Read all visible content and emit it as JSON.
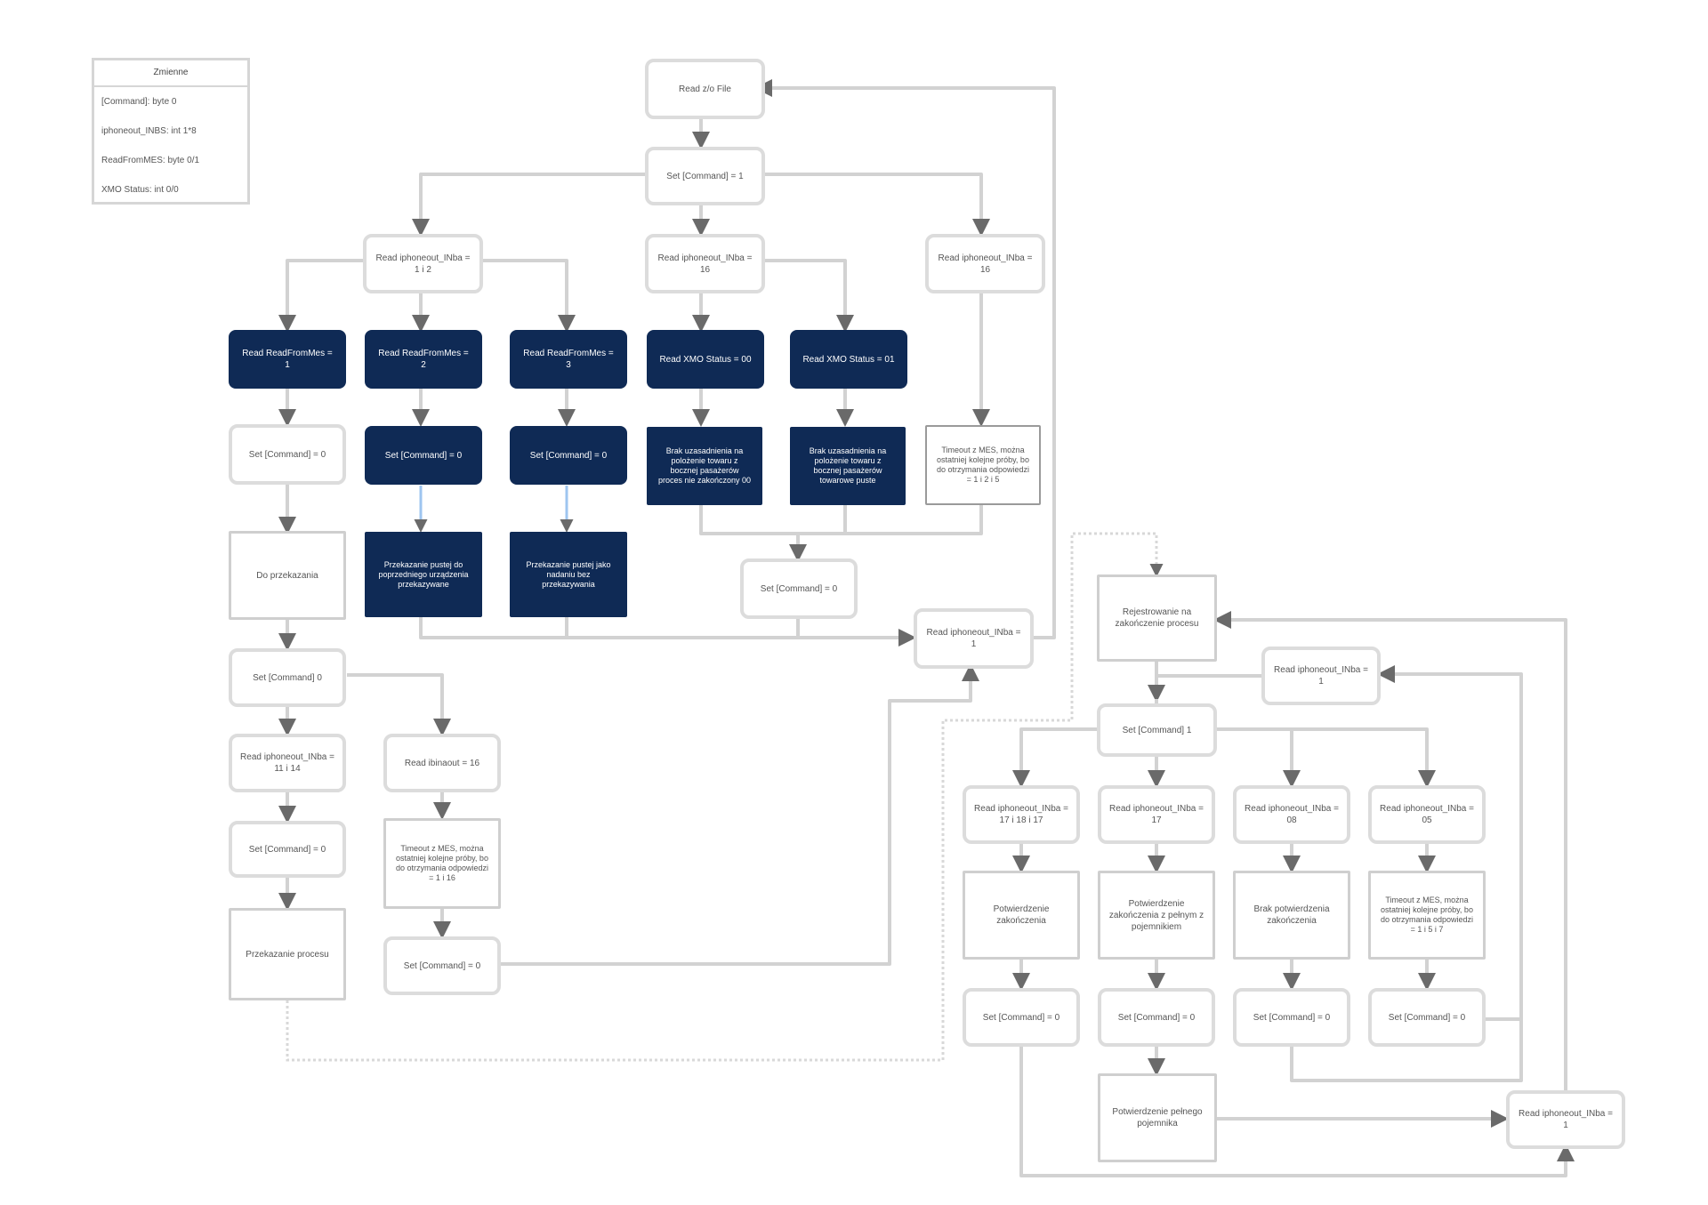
{
  "legend": {
    "title": "Zmienne",
    "rows": [
      "[Command]: byte 0",
      "iphoneout_INBS: int 1*8",
      "ReadFromMES: byte 0/1",
      "XMO Status: int 0/0"
    ]
  },
  "nodes": {
    "n_start": "Read z/o File",
    "n_set1": "Set [Command] = 1",
    "n_rA": "Read iphoneout_INba = 1 i 2",
    "n_rB": "Read iphoneout_INba = 16",
    "n_rC": "Read iphoneout_INba = 16",
    "d1": "Read ReadFromMes = 1",
    "d2": "Read ReadFromMes = 2",
    "d3": "Read ReadFromMes = 3",
    "d4": "Read XMO Status = 00",
    "d5": "Read XMO Status = 01",
    "n_set0a": "Set [Command] = 0",
    "d_set0b": "Set [Command] = 0",
    "d_set0c": "Set [Command] = 0",
    "d_info1": "Brak uzasadnienia na polożenie towaru z bocznej pasażerów proces nie zakończony 00",
    "d_info2": "Brak uzasadnienia na polożenie towaru z bocznej pasażerów towarowe puste",
    "n_timeout1": "Timeout z MES, można ostatniej kolejne próby, bo do otrzymania odpowiedzi = 1 i 2 i 5",
    "n_noproc": "Do przekazania",
    "d_move1": "Przekazanie pustej do poprzedniego urządzenia przekazywane",
    "d_move2": "Przekazanie pustej jako nadaniu bez przekazywania",
    "n_set0d": "Set [Command] = 0",
    "n_read1": "Read iphoneout_INba = 1",
    "n_set0e": "Set [Command] 0",
    "n_rD": "Read iphoneout_INba = 11 i 14",
    "n_rE": "Read ibinaout = 16",
    "n_set0f": "Set [Command] = 0",
    "n_timeout2": "Timeout z MES, można ostatniej kolejne próby, bo do otrzymania odpowiedzi = 1 i 16",
    "n_proc": "Przekazanie procesu",
    "n_set0g": "Set [Command] = 0",
    "n_register": "Rejestrowanie na zakończenie procesu",
    "n_read2": "Read iphoneout_INba = 1",
    "n_set1b": "Set [Command] 1",
    "n_rF": "Read iphoneout_INba = 17 i 18 i 17",
    "n_rG": "Read iphoneout_INba = 17",
    "n_rH": "Read iphoneout_INba = 08",
    "n_rI": "Read iphoneout_INba = 05",
    "n_p1": "Potwierdzenie zakończenia",
    "n_p2": "Potwierdzenie zakończenia z pełnym z pojemnikiem",
    "n_p3": "Brak potwierdzenia zakończenia",
    "n_timeout3": "Timeout z MES, można ostatniej kolejne próby, bo do otrzymania odpowiedzi = 1 i 5 i 7",
    "n_s1": "Set [Command] = 0",
    "n_s2": "Set [Command] = 0",
    "n_s3": "Set [Command] = 0",
    "n_s4": "Set [Command] = 0",
    "n_p4": "Potwierdzenie pełnego pojemnika",
    "n_read3": "Read iphoneout_INba = 1"
  },
  "colors": {
    "dark_fill": "#0f2a55",
    "connector": "#d2d2d2",
    "arrow": "#6a6a6a",
    "highlight_connector": "#9ec5f0"
  }
}
